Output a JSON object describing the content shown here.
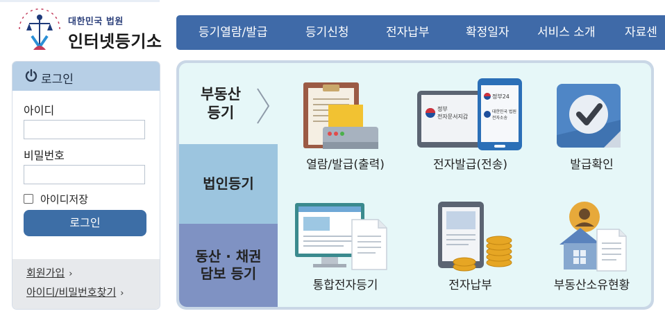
{
  "logo": {
    "small_text": "대한민국 법원",
    "big_text": "인터넷등기소"
  },
  "nav": {
    "items": [
      "등기열람/발급",
      "등기신청",
      "전자납부",
      "확정일자",
      "서비스 소개",
      "자료센"
    ]
  },
  "login": {
    "title": "로그인",
    "id_label": "아이디",
    "pw_label": "비밀번호",
    "id_value": "",
    "pw_value": "",
    "save_id_label": "아이디저장",
    "submit_label": "로그인",
    "links": [
      "회원가입",
      "아이디/비밀번호찾기"
    ],
    "link_arrow": "›"
  },
  "tabs": {
    "real_estate": "부동산\n등기",
    "corporate": "법인등기",
    "movable": "동산 · 채권\n담보 등기"
  },
  "services": {
    "items": [
      {
        "label": "열람/발급(출력)",
        "icon": "document-print-icon"
      },
      {
        "label": "전자발급(전송)",
        "icon": "electronic-transfer-icon"
      },
      {
        "label": "발급확인",
        "icon": "check-verify-icon"
      },
      {
        "label": "통합전자등기",
        "icon": "integrated-registry-icon"
      },
      {
        "label": "전자납부",
        "icon": "tablet-coins-icon"
      },
      {
        "label": "부동산소유현황",
        "icon": "property-owner-icon"
      }
    ],
    "tablet_texts": {
      "screen1_line1": "정부",
      "screen1_line2": "전자문서지갑",
      "phone_line1": "정부24",
      "phone_line2": "대한민국 법원",
      "phone_line3": "전자소송"
    }
  },
  "colors": {
    "nav": "#3f6aa8",
    "login_header": "#b7cfe6",
    "login_button": "#3d6ea6",
    "tab_corporate": "#9cc5df",
    "tab_movable": "#7f92c3",
    "panel_bg": "#e6f7f8"
  }
}
